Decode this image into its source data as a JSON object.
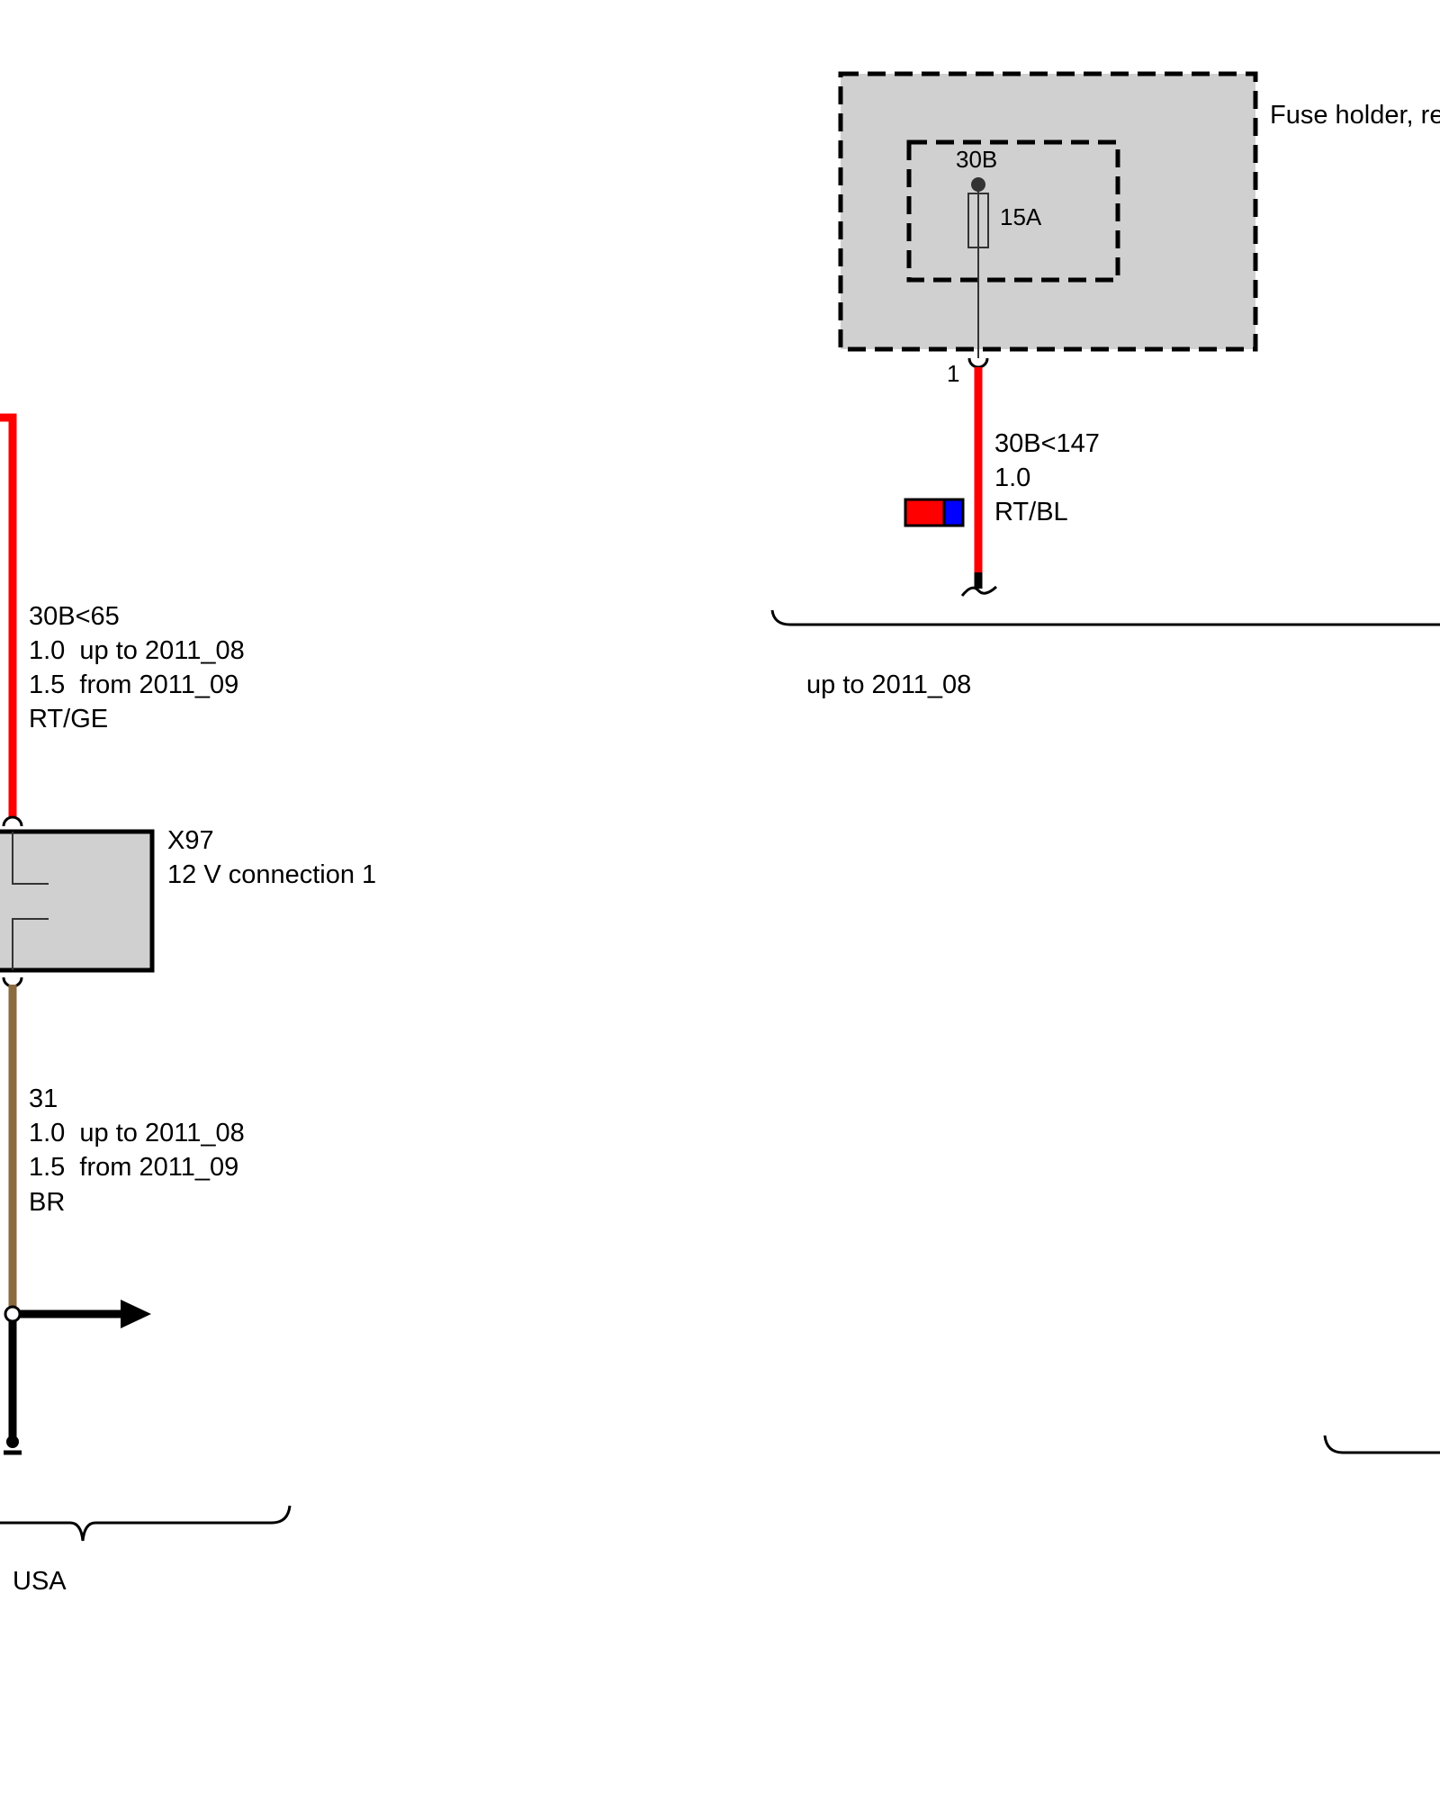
{
  "colors": {
    "wire_red": "#ff0000",
    "wire_brown": "#8c6a3f",
    "wire_black": "#000000",
    "wire_blue": "#0000ff",
    "component_fill": "#d0d0d0",
    "background": "#ffffff"
  },
  "fuse_holder": {
    "label": "Fuse holder, re",
    "terminal": "30B",
    "rating": "15A",
    "pin": "1"
  },
  "wire_30B_147": {
    "circuit": "30B<147",
    "size": "1.0",
    "color_code": "RT/BL"
  },
  "variant_up_to": {
    "label": "up to 2011_08"
  },
  "wire_30B_65": {
    "circuit": "30B<65",
    "size_line_1": "1.0  up to 2011_08",
    "size_line_2": "1.5  from 2011_09",
    "color_code": "RT/GE"
  },
  "connector_x97": {
    "id": "X97",
    "name": "12 V connection 1"
  },
  "wire_31": {
    "circuit": "31",
    "size_line_1": "1.0  up to 2011_08",
    "size_line_2": "1.5  from 2011_09",
    "color_code": "BR"
  },
  "variant_usa": {
    "label": "USA"
  }
}
